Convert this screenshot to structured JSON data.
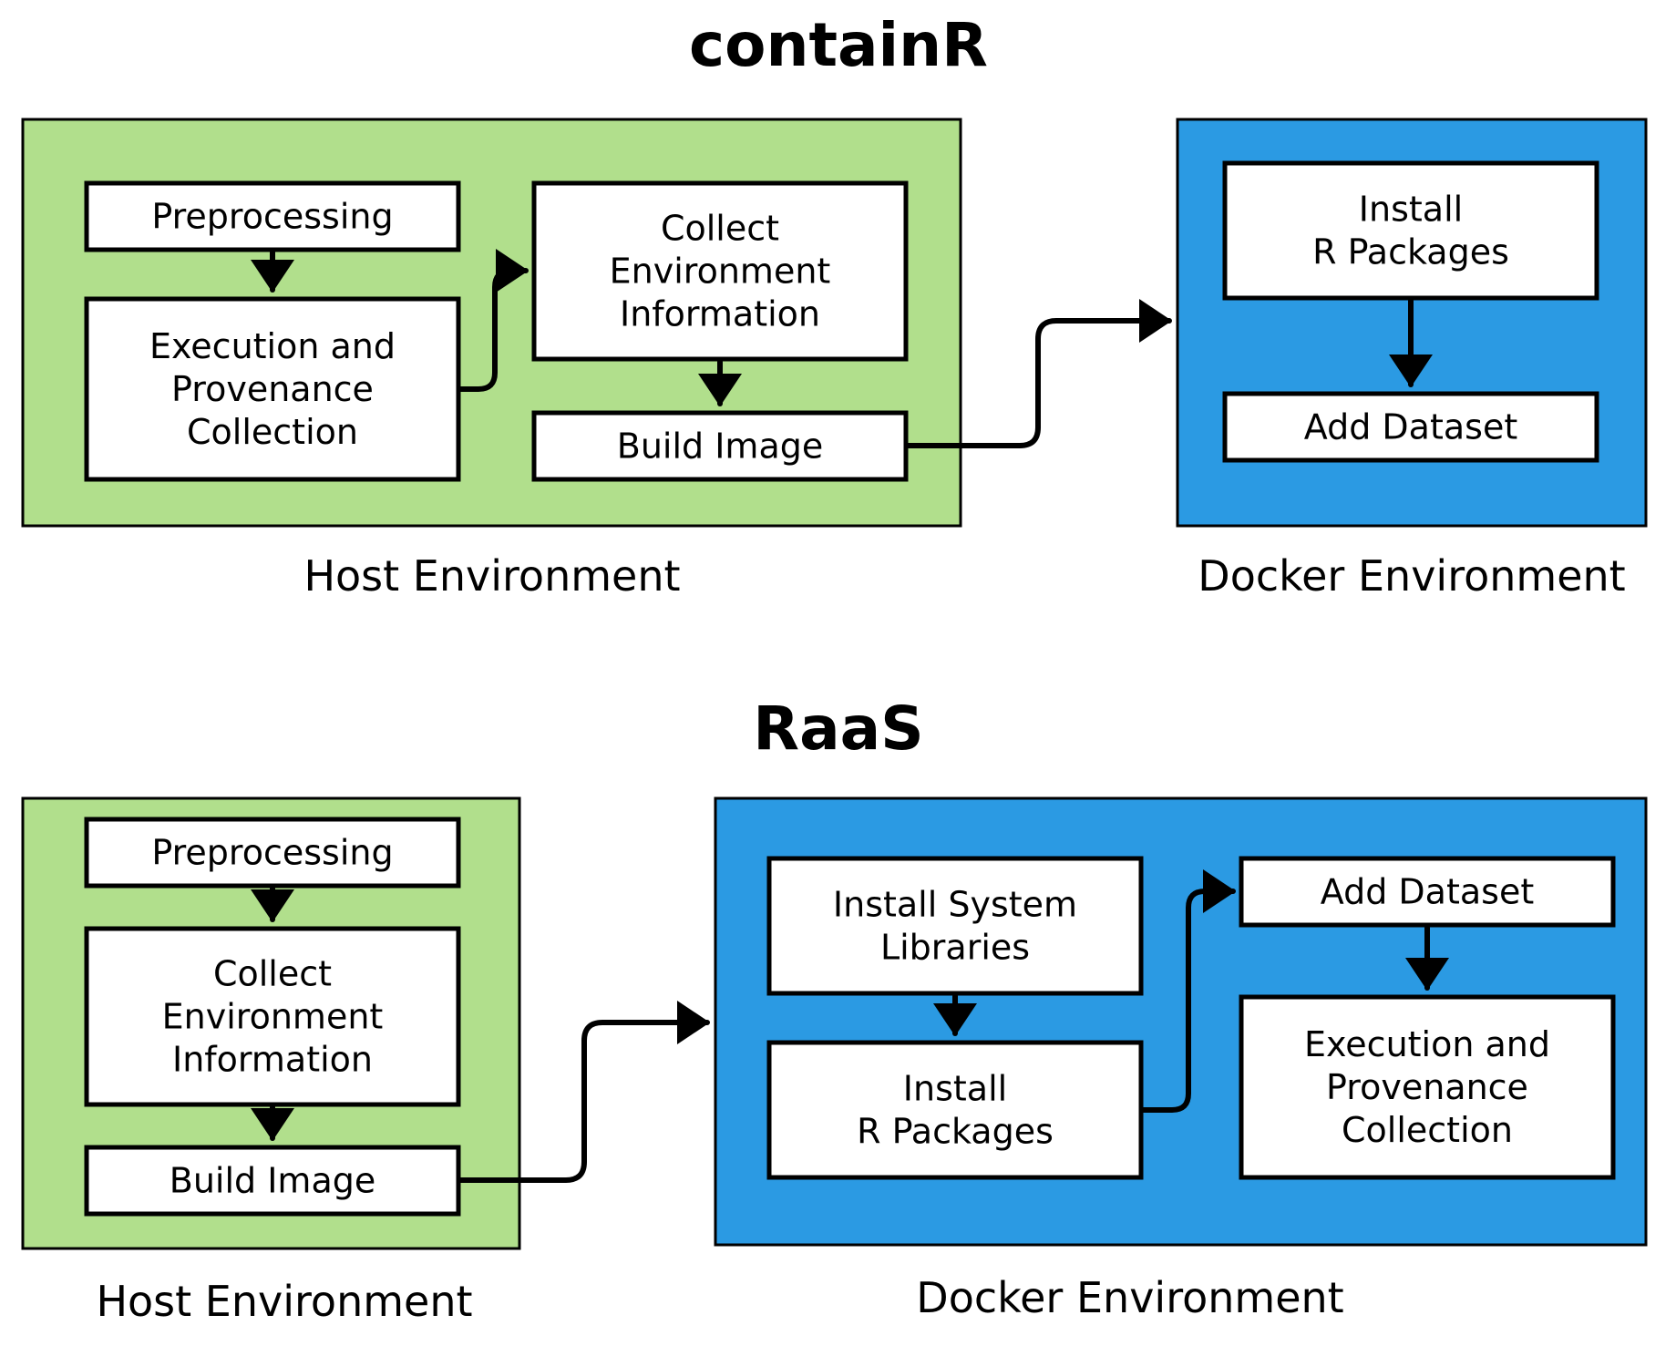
{
  "colors": {
    "host": "#b1df8c",
    "docker": "#2b9ae3",
    "box": "#ffffff",
    "line": "#000000"
  },
  "containr": {
    "title": "containR",
    "host": {
      "caption": "Host Environment",
      "preprocessing": [
        "Preprocessing"
      ],
      "execution": [
        "Execution and",
        "Provenance",
        "Collection"
      ],
      "collect_env": [
        "Collect",
        "Environment",
        "Information"
      ],
      "build_image": [
        "Build Image"
      ]
    },
    "docker": {
      "caption": "Docker Environment",
      "install_r": [
        "Install",
        "R Packages"
      ],
      "add_dataset": [
        "Add Dataset"
      ]
    }
  },
  "raas": {
    "title": "RaaS",
    "host": {
      "caption": "Host Environment",
      "preprocessing": [
        "Preprocessing"
      ],
      "collect_env": [
        "Collect",
        "Environment",
        "Information"
      ],
      "build_image": [
        "Build Image"
      ]
    },
    "docker": {
      "caption": "Docker Environment",
      "install_sys": [
        "Install System",
        "Libraries"
      ],
      "install_r": [
        "Install",
        "R Packages"
      ],
      "add_dataset": [
        "Add Dataset"
      ],
      "execution": [
        "Execution and",
        "Provenance",
        "Collection"
      ]
    }
  }
}
